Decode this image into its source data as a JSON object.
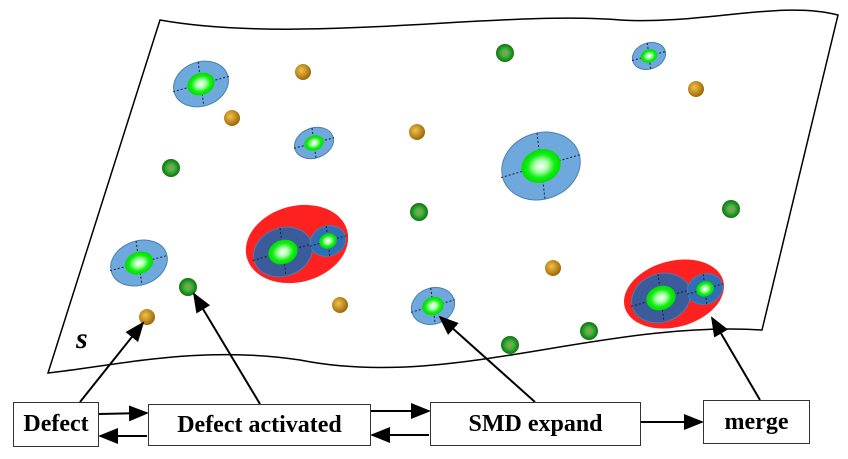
{
  "surface_label": "s",
  "states": {
    "defect": "Defect",
    "defect_activated": "Defect activated",
    "smd_expand": "SMD expand",
    "merge": "merge"
  },
  "colors": {
    "defect": "#b8860b",
    "activated": "#1a8f1a",
    "smd": "#6fa8dc",
    "merged_region": "#ff2020",
    "merged_smd": "#3b5b9a"
  }
}
